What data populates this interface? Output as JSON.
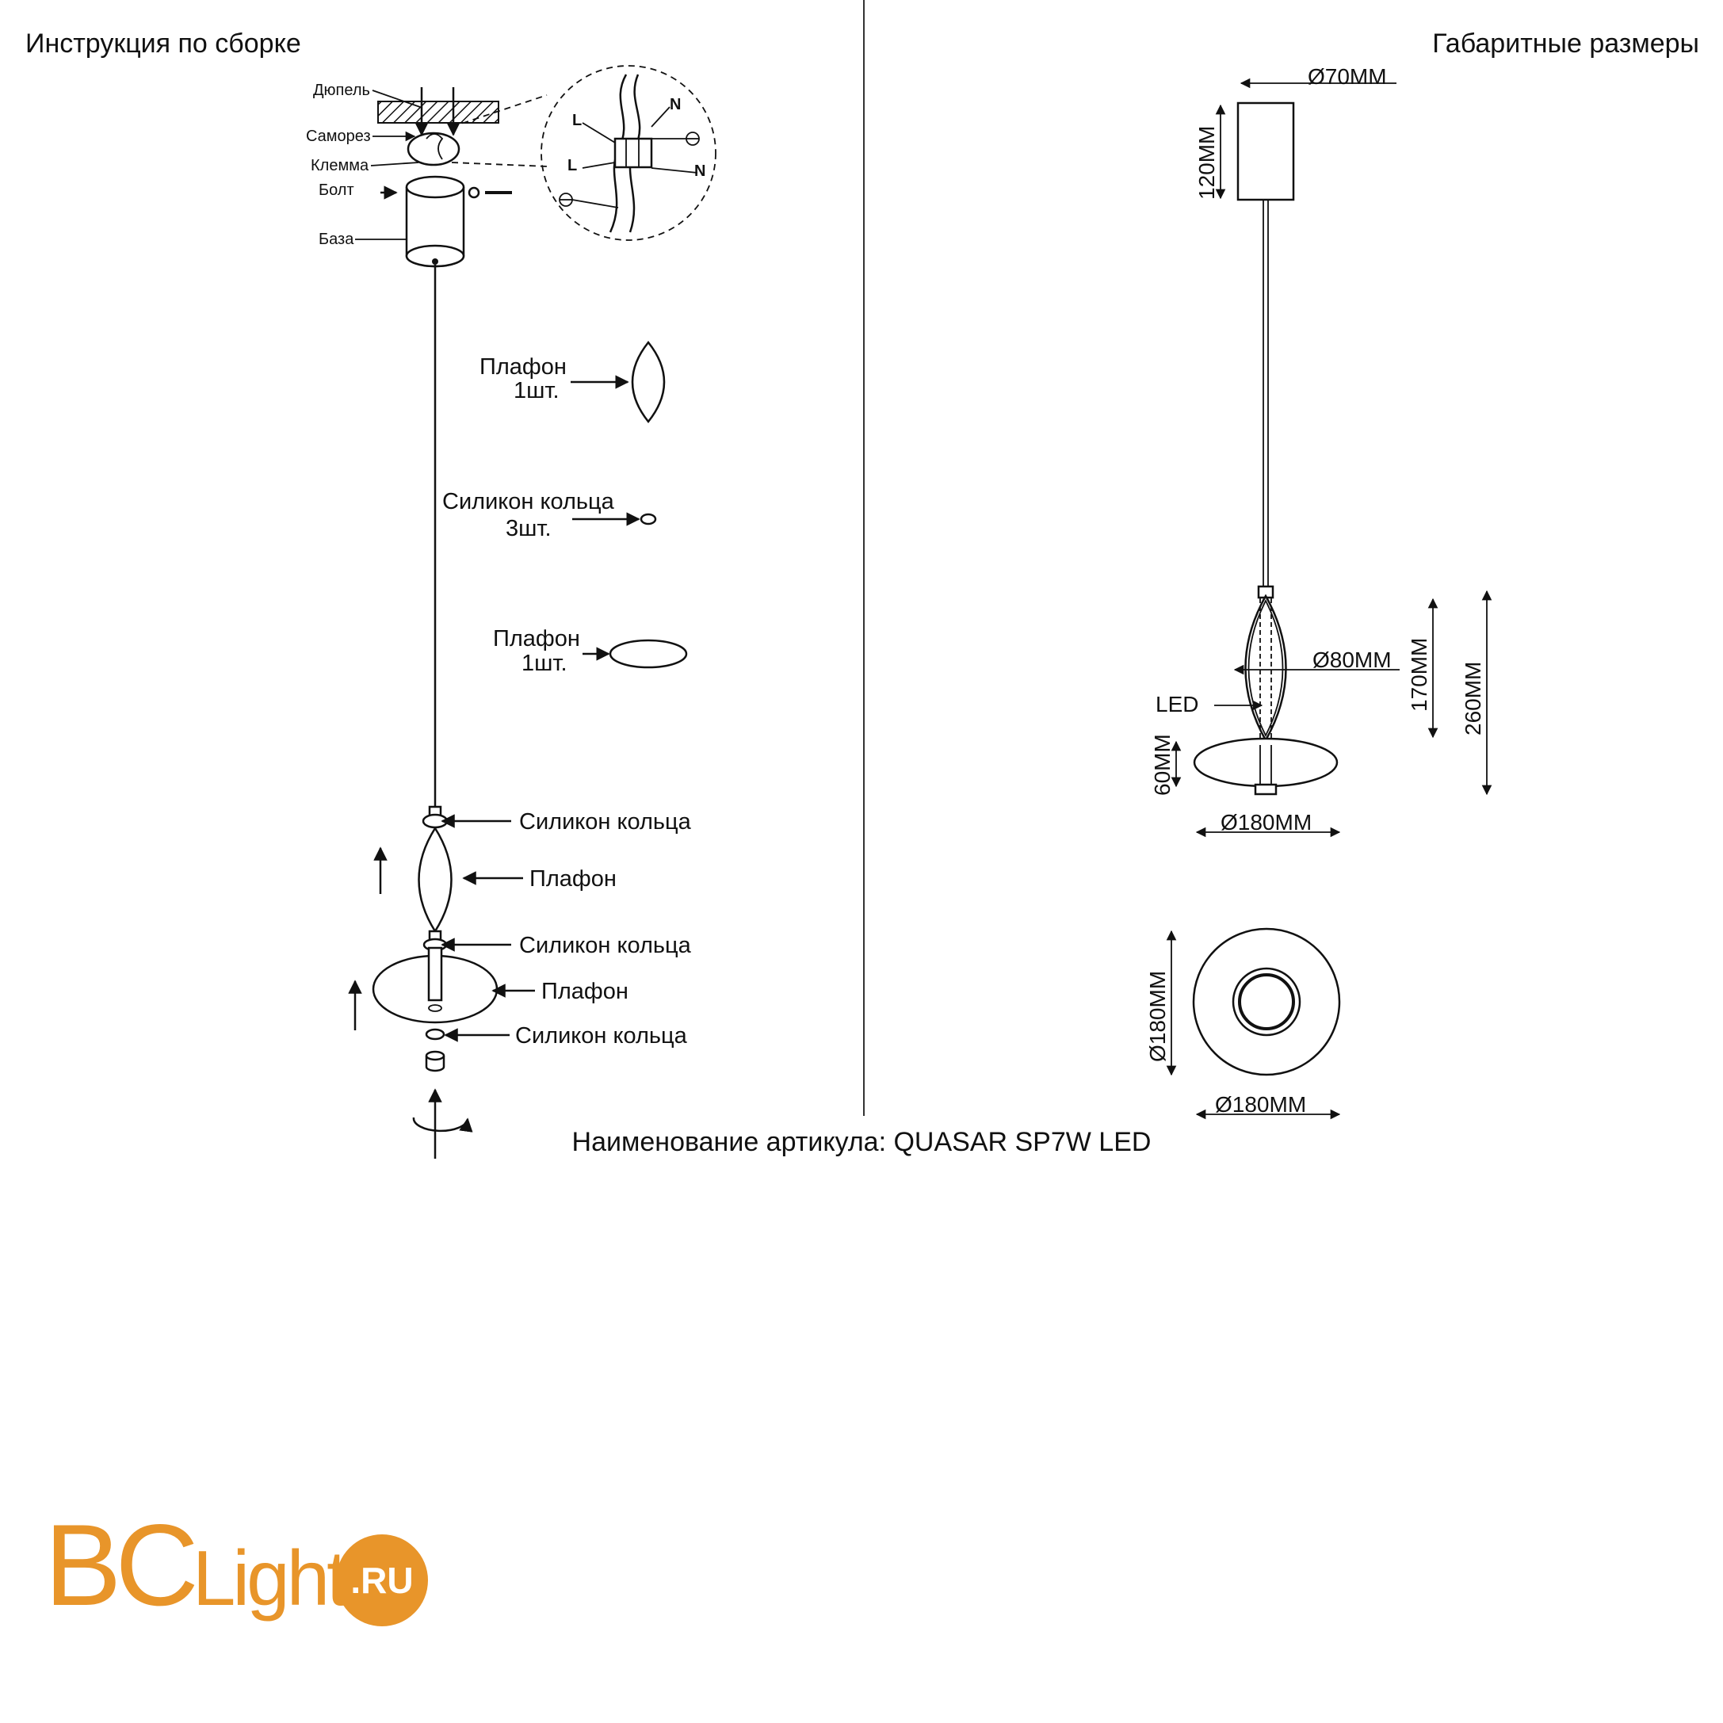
{
  "headers": {
    "left": "Инструкция по сборке",
    "right": "Габаритные размеры"
  },
  "article": "Наименование артикула: QUASAR SP7W LED",
  "assembly": {
    "labels": {
      "dowel": "Дюпель",
      "screw": "Саморез",
      "terminal": "Клемма",
      "bolt": "Болт",
      "base": "База",
      "shade1": "Плафон",
      "shade1_qty": "1шт.",
      "rings": "Силикон кольца",
      "rings_qty": "3шт.",
      "shade2": "Плафон",
      "shade2_qty": "1шт.",
      "ring_a": "Силикон кольца",
      "shade_a": "Плафон",
      "ring_b": "Силикон кольца",
      "shade_b": "Плафон",
      "ring_c": "Силикон кольца"
    },
    "wiring": {
      "l_top": "L",
      "n_top": "N",
      "l_bottom": "L",
      "n_bottom": "N"
    }
  },
  "dimensions": {
    "canopy_diameter": "Ø70MM",
    "canopy_height": "120MM",
    "shade_diameter": "Ø80MM",
    "led": "LED",
    "shade_height": "170MM",
    "total_height": "260MM",
    "disc_height": "60MM",
    "disc_diameter": "Ø180MM",
    "top_view_height": "Ø180MM",
    "top_view_width": "Ø180MM"
  },
  "logo": {
    "text_b": "B",
    "text_c": "C",
    "text_light": "Light",
    "badge": ".RU",
    "color": "#e8952a"
  }
}
